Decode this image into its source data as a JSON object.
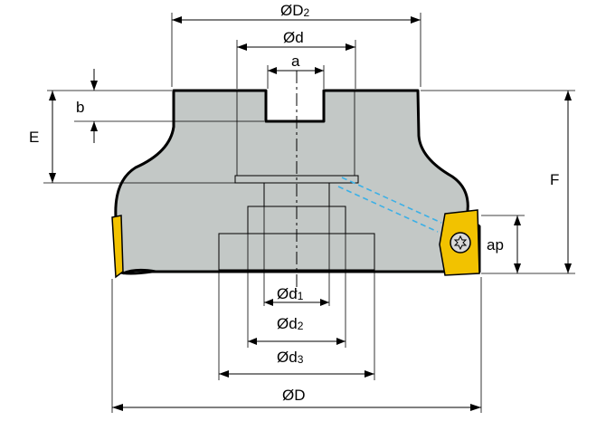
{
  "labels": {
    "D2_main": "ØD",
    "D2_sub": "2",
    "d": "Ød",
    "a": "a",
    "b": "b",
    "E": "E",
    "F": "F",
    "ap": "ap",
    "d1_main": "Ød",
    "d1_sub": "1",
    "d2_main": "Ød",
    "d2_sub": "2",
    "d3_main": "Ød",
    "d3_sub": "3",
    "D": "ØD"
  },
  "colors": {
    "body": "#c3c8c6",
    "insert": "#f2c200",
    "coolant": "#3bb0e6"
  },
  "icons": [
    "torx-screw-icon",
    "cutting-insert-icon"
  ]
}
